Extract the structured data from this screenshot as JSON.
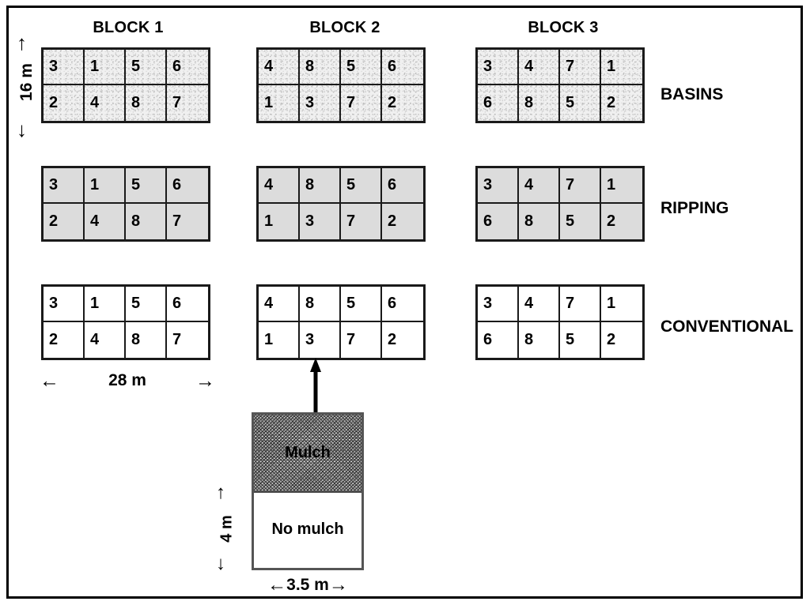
{
  "figure": {
    "title_visible": false
  },
  "blocks": [
    {
      "label": "BLOCK 1"
    },
    {
      "label": "BLOCK 2"
    },
    {
      "label": "BLOCK 3"
    }
  ],
  "treatments": [
    {
      "label": "BASINS",
      "fill": "speckled-light"
    },
    {
      "label": "RIPPING",
      "fill": "solid-grey"
    },
    {
      "label": "CONVENTIONAL",
      "fill": "white"
    }
  ],
  "plot_numbers": {
    "block1": {
      "top": [
        "3",
        "1",
        "5",
        "6"
      ],
      "bottom": [
        "2",
        "4",
        "8",
        "7"
      ]
    },
    "block2": {
      "top": [
        "4",
        "8",
        "5",
        "6"
      ],
      "bottom": [
        "1",
        "3",
        "7",
        "2"
      ]
    },
    "block3": {
      "top": [
        "3",
        "4",
        "7",
        "1"
      ],
      "bottom": [
        "6",
        "8",
        "5",
        "2"
      ]
    }
  },
  "dimensions": {
    "plot_height": "16 m",
    "plot_width": "28 m",
    "subplot_height": "4 m",
    "subplot_width": "3.5 m",
    "arrow_up": "↑",
    "arrow_down": "↓",
    "arrow_left": "←",
    "arrow_right": "→"
  },
  "detail": {
    "mulch_label": "Mulch",
    "no_mulch_label": "No mulch"
  },
  "colors": {
    "outline": "#000000",
    "cell_outline": "#1a1a1a",
    "ripping_fill": "#dcdcdc",
    "basins_fill": "#f0f0f0",
    "conventional_fill": "#ffffff",
    "mulch_fill": "#a8a8a8",
    "detail_outline": "#555555"
  },
  "chart_data": {
    "type": "table",
    "title": "Split-plot field trial layout",
    "layout": {
      "blocks": 3,
      "main_plot_rows": 3,
      "grid_rows_per_block": 2,
      "grid_cols_per_block": 4,
      "plots_per_block": 8
    },
    "rows": [
      {
        "treatment": "BASINS",
        "block1": [
          "3",
          "1",
          "5",
          "6",
          "2",
          "4",
          "8",
          "7"
        ],
        "block2": [
          "4",
          "8",
          "5",
          "6",
          "1",
          "3",
          "7",
          "2"
        ],
        "block3": [
          "3",
          "4",
          "7",
          "1",
          "6",
          "8",
          "5",
          "2"
        ]
      },
      {
        "treatment": "RIPPING",
        "block1": [
          "3",
          "1",
          "5",
          "6",
          "2",
          "4",
          "8",
          "7"
        ],
        "block2": [
          "4",
          "8",
          "5",
          "6",
          "1",
          "3",
          "7",
          "2"
        ],
        "block3": [
          "3",
          "4",
          "7",
          "1",
          "6",
          "8",
          "5",
          "2"
        ]
      },
      {
        "treatment": "CONVENTIONAL",
        "block1": [
          "3",
          "1",
          "5",
          "6",
          "2",
          "4",
          "8",
          "7"
        ],
        "block2": [
          "4",
          "8",
          "5",
          "6",
          "1",
          "3",
          "7",
          "2"
        ],
        "block3": [
          "3",
          "4",
          "7",
          "1",
          "6",
          "8",
          "5",
          "2"
        ]
      }
    ],
    "annotations": [
      "16 m",
      "28 m",
      "4 m",
      "3.5 m",
      "Mulch",
      "No mulch"
    ]
  }
}
